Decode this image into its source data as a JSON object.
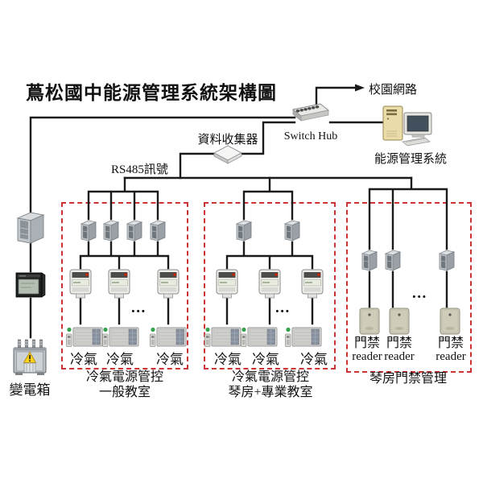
{
  "title": "蔦松國中能源管理系統架構圖",
  "top": {
    "campus_network": "校園網路",
    "switch_hub": "Switch Hub",
    "data_collector": "資料收集器",
    "energy_mgmt_system": "能源管理系統",
    "rs485": "RS485訊號"
  },
  "left": {
    "transformer": "變電箱"
  },
  "zones": [
    {
      "caption1": "冷氣電源管控",
      "caption2": "一般教室",
      "units": [
        "冷氣",
        "冷氣",
        "冷氣"
      ],
      "more": "..."
    },
    {
      "caption1": "冷氣電源管控",
      "caption2": "琴房+專業教室",
      "units": [
        "冷氣",
        "冷氣",
        "冷氣"
      ],
      "more": "..."
    },
    {
      "caption1": "琴房門禁管理",
      "readers": [
        [
          "門禁",
          "reader"
        ],
        [
          "門禁",
          "reader"
        ],
        [
          "門禁",
          "reader"
        ]
      ],
      "more": "..."
    }
  ],
  "colors": {
    "line": "#1a1a1a",
    "zone_border": "#cc3333"
  }
}
